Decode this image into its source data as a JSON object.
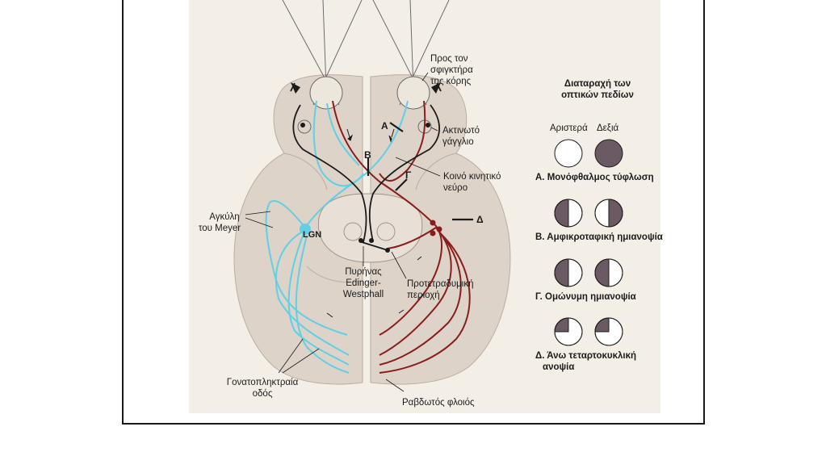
{
  "labels": {
    "pros_ton": "Προς τον",
    "sfigktira": "σφιγκτήρα",
    "tis_koris": "της κόρης",
    "aktinoto": "Ακτινωτό",
    "gaglio": "γάγγλιο",
    "koino": "Κοινό κινητικό",
    "neyro": "νεύρο",
    "agkyli": "Αγκύλη",
    "tou_meyer": "του Meyer",
    "lgn": "LGN",
    "pyrinas": "Πυρήνας",
    "edinger": "Edinger-",
    "westphall": "Westphall",
    "protetradymiki": "Προτετραδυμική",
    "periochi": "περιοχή",
    "gonatopliktraia": "Γονατοπληκτραία",
    "odos": "οδός",
    "ravdotos": "Ραβδωτός φλοιός"
  },
  "letters": {
    "A": "Α",
    "B": "Β",
    "G": "Γ",
    "D": "Δ"
  },
  "legend": {
    "title_1": "Διαταραχή των",
    "title_2": "οπτικών πεδίων",
    "left": "Αριστερά",
    "right": "Δεξιά",
    "item_a": "Α. Μονόφθαλμος τύφλωση",
    "item_b": "Β. Αμφικροταφική ημιανοψία",
    "item_g": "Γ. Ομώνυμη ημιανοψία",
    "item_d_1": "Δ. Άνω τεταρτοκυκλική",
    "item_d_2": "ανοψία"
  },
  "colors": {
    "brain": "#ddd3c8",
    "panel": "#f4efe6",
    "cyan_pathway": "#5fd0e6",
    "red_pathway": "#8a1c1c",
    "field_loss": "#6b5963",
    "black": "#1b1b1b"
  }
}
